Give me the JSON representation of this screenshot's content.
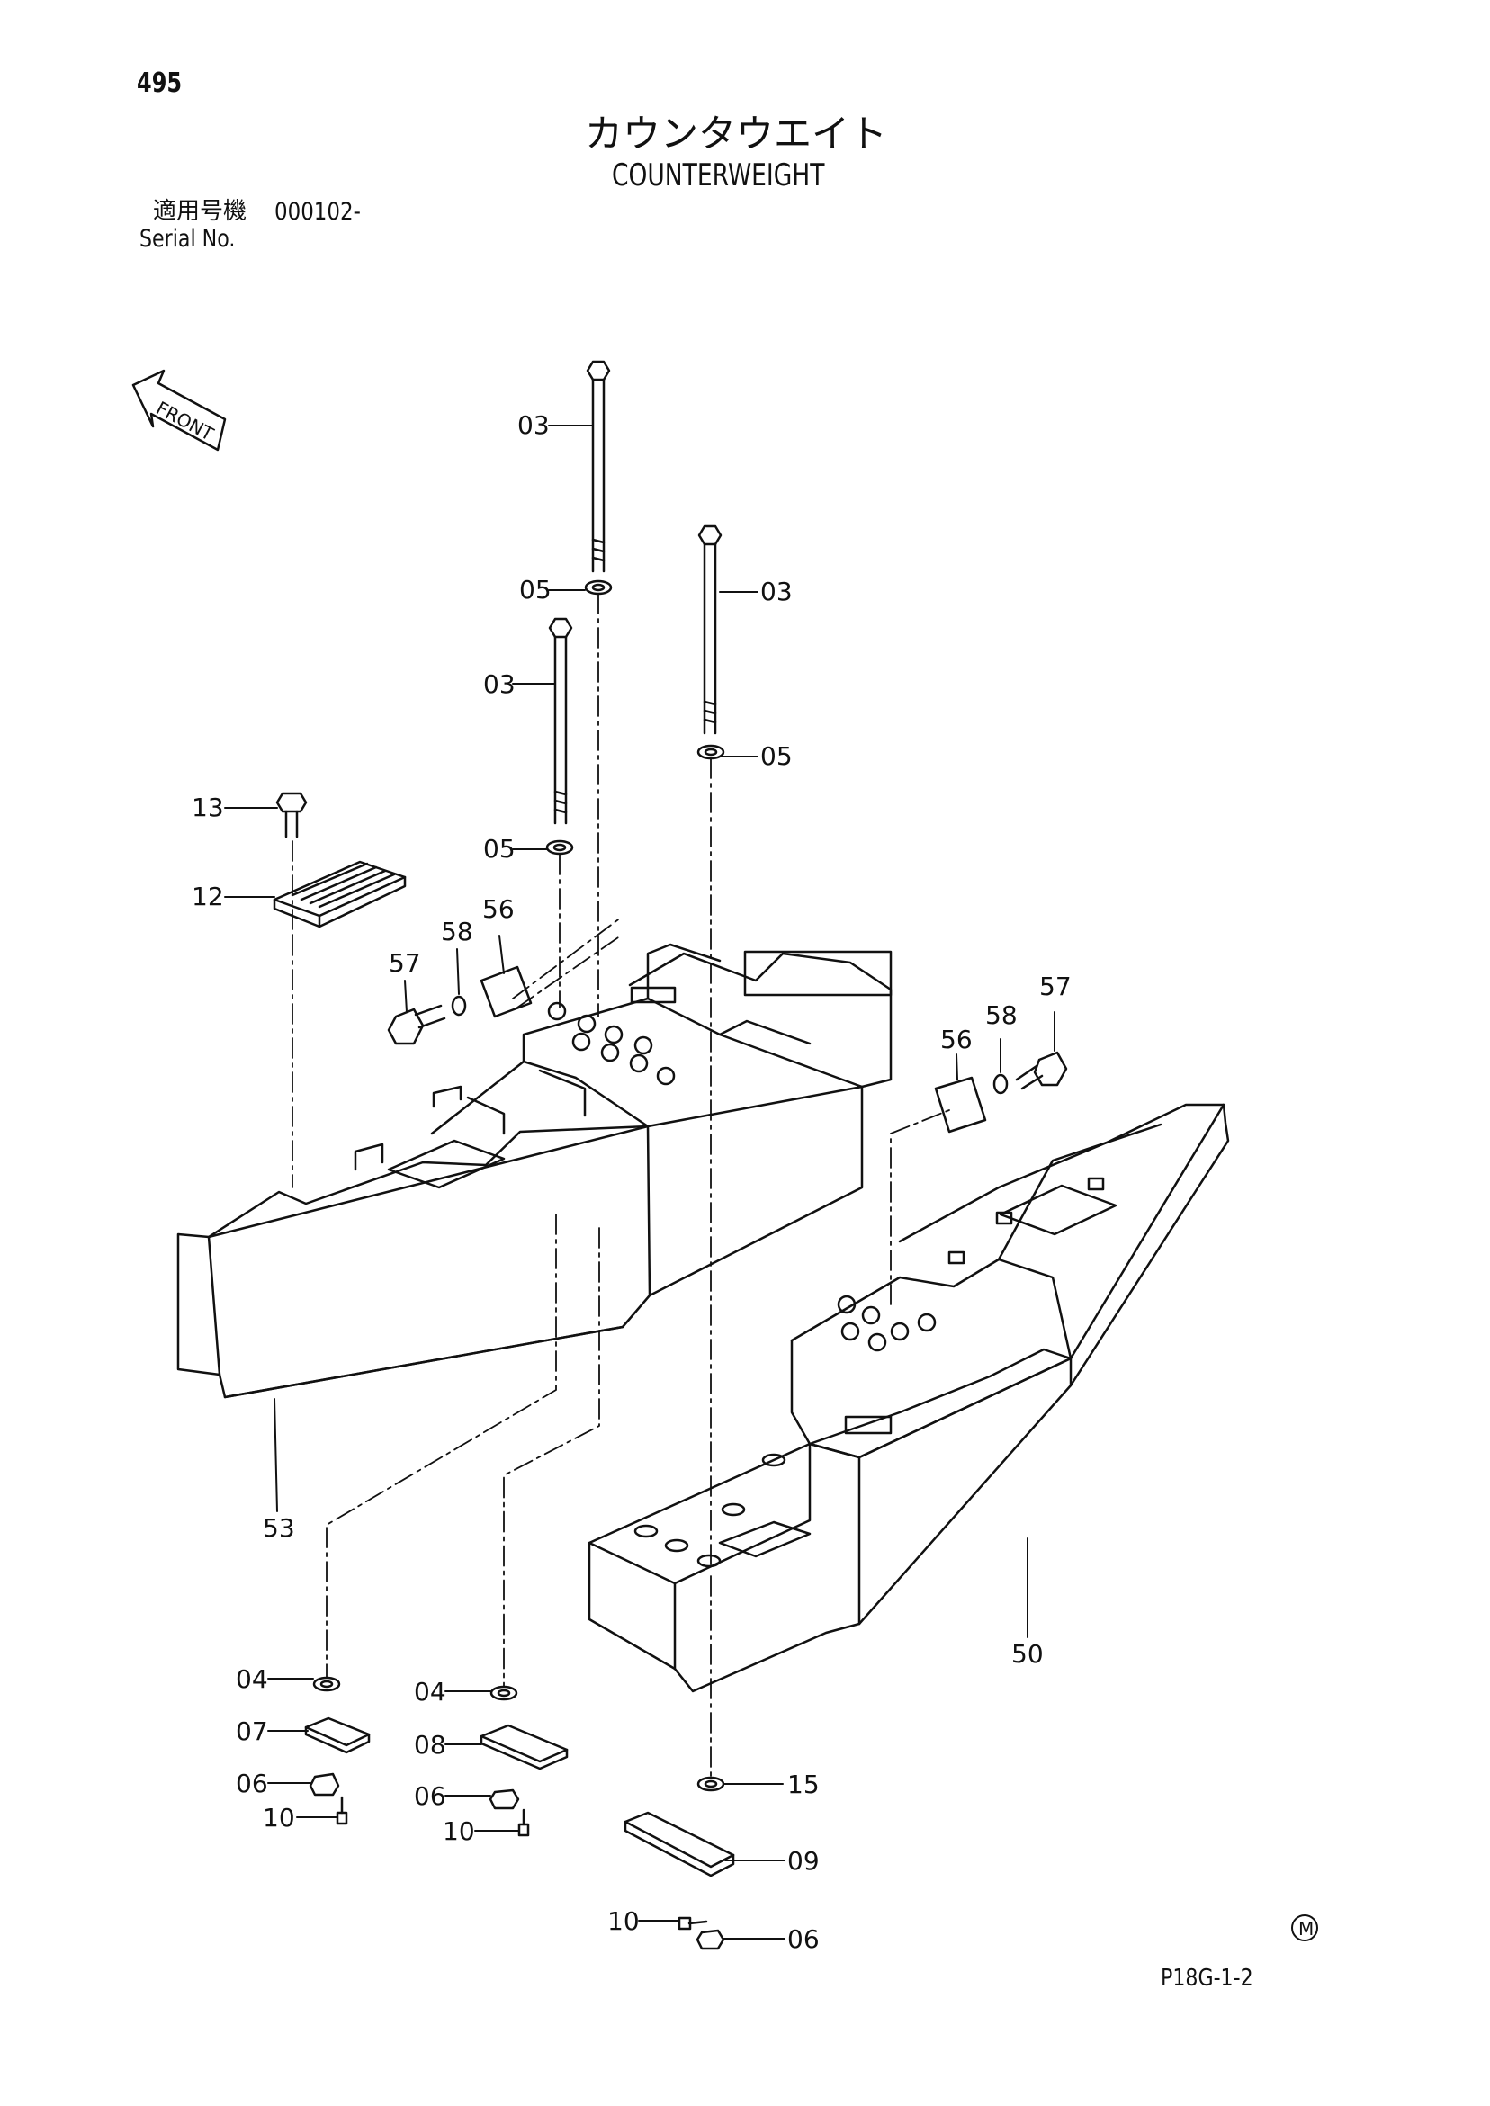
{
  "header": {
    "page_number": "495",
    "title_jp": "カウンタウエイト",
    "title_en": "COUNTERWEIGHT",
    "serial_label_jp": "適用号機",
    "serial_value": "000102-",
    "serial_label_en": "Serial No."
  },
  "orientation": {
    "label": "FRONT"
  },
  "mark": {
    "symbol": "M"
  },
  "footer": {
    "page_code": "P18G-1-2"
  },
  "callouts": {
    "c03a": "03",
    "c03b": "03",
    "c03c": "03",
    "c05a": "05",
    "c05b": "05",
    "c05c": "05",
    "c13": "13",
    "c12": "12",
    "c56a": "56",
    "c58a": "58",
    "c57a": "57",
    "c56b": "56",
    "c58b": "58",
    "c57b": "57",
    "c53": "53",
    "c50": "50",
    "c04a": "04",
    "c07": "07",
    "c06a": "06",
    "c10a": "10",
    "c04b": "04",
    "c08": "08",
    "c06b": "06",
    "c10b": "10",
    "c15": "15",
    "c09": "09",
    "c10c": "10",
    "c06c": "06"
  }
}
